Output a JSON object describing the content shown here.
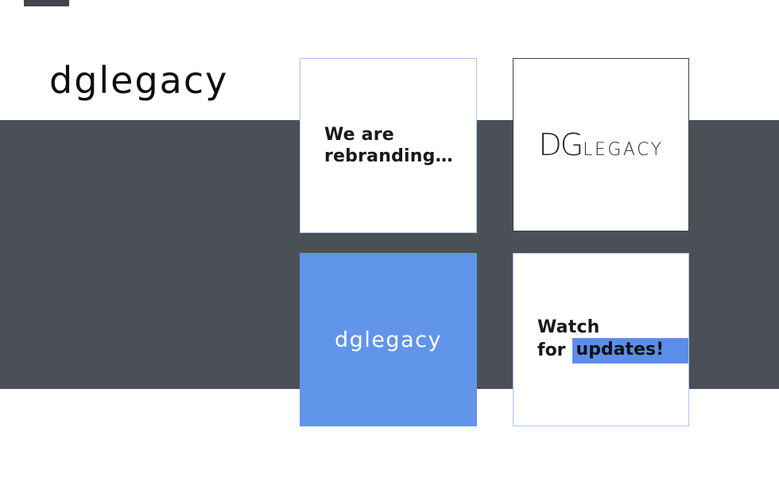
{
  "logo": {
    "text": "dglegacy"
  },
  "cards": {
    "rebranding": {
      "line1": "We are",
      "line2": "rebranding…"
    },
    "new_logo": {
      "dg": "DG",
      "legacy": "LEGACY"
    },
    "old_logo": {
      "text": "dglegacy"
    },
    "updates": {
      "line1": "Watch",
      "prefix": "for",
      "highlight": "updates!"
    }
  },
  "colors": {
    "band": "#4a5056",
    "accent_blue": "#6095e9",
    "highlight_blue": "#5b8ee9",
    "light_card_border": "#a9c7f0",
    "dark_card_border": "#3b3f45"
  }
}
